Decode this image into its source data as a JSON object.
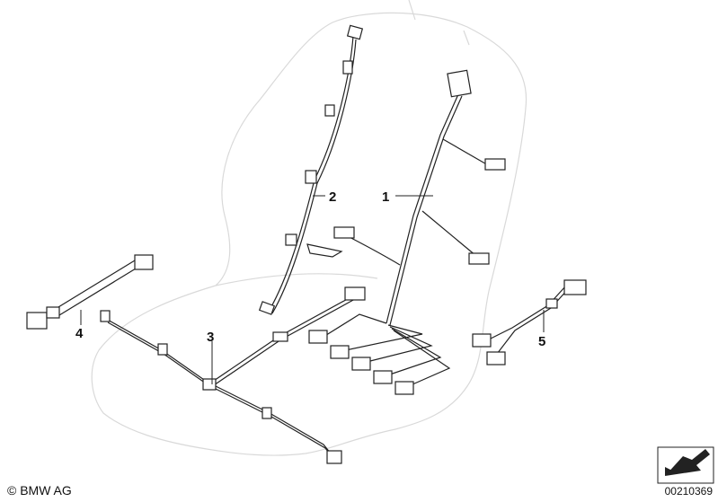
{
  "callouts": [
    {
      "id": "1",
      "label": "1"
    },
    {
      "id": "2",
      "label": "2"
    },
    {
      "id": "3",
      "label": "3"
    },
    {
      "id": "4",
      "label": "4"
    },
    {
      "id": "5",
      "label": "5"
    }
  ],
  "footer": {
    "copyright": "© BMW AG",
    "document_number": "00210369"
  }
}
